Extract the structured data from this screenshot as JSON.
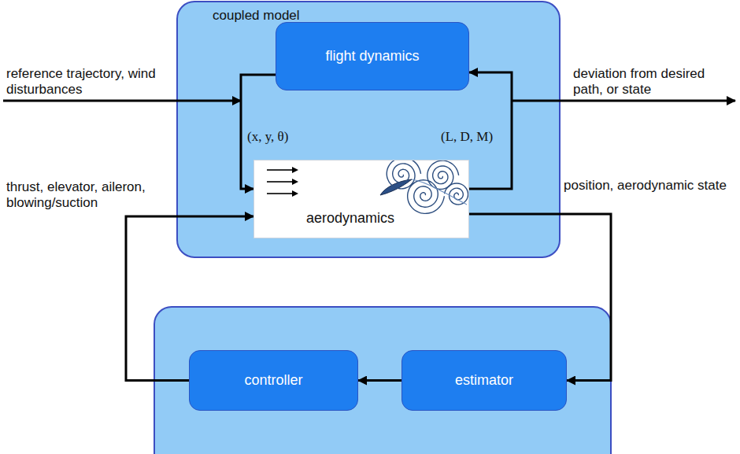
{
  "diagram": {
    "nodes": [
      {
        "text": [
          "coupled model"
        ]
      },
      {
        "text": [
          "flight dynamics"
        ],
        "in": 0
      },
      {
        "text": [
          "aerodynamics"
        ],
        "in": 0
      },
      {
        "text": [
          "controller"
        ]
      },
      {
        "text": [
          "estimator"
        ]
      }
    ],
    "edges": [
      {
        "from": 1,
        "to": 2,
        "arrow": "to",
        "label": "(x, y, θ)"
      },
      {
        "from": 2,
        "to": 1,
        "arrow": "to",
        "label": "(L, D, M)"
      },
      {
        "from": 2,
        "to": 4,
        "arrow": "to",
        "label": "position, aerodynamic state"
      },
      {
        "from": 4,
        "to": 3,
        "arrow": "to"
      },
      {
        "from": 3,
        "to": 2,
        "arrow": "to",
        "label": "thrust, elevator, aileron, blowing/suction"
      }
    ],
    "labels": [
      "reference trajectory, wind disturbances",
      "deviation from desired path, or state"
    ]
  }
}
